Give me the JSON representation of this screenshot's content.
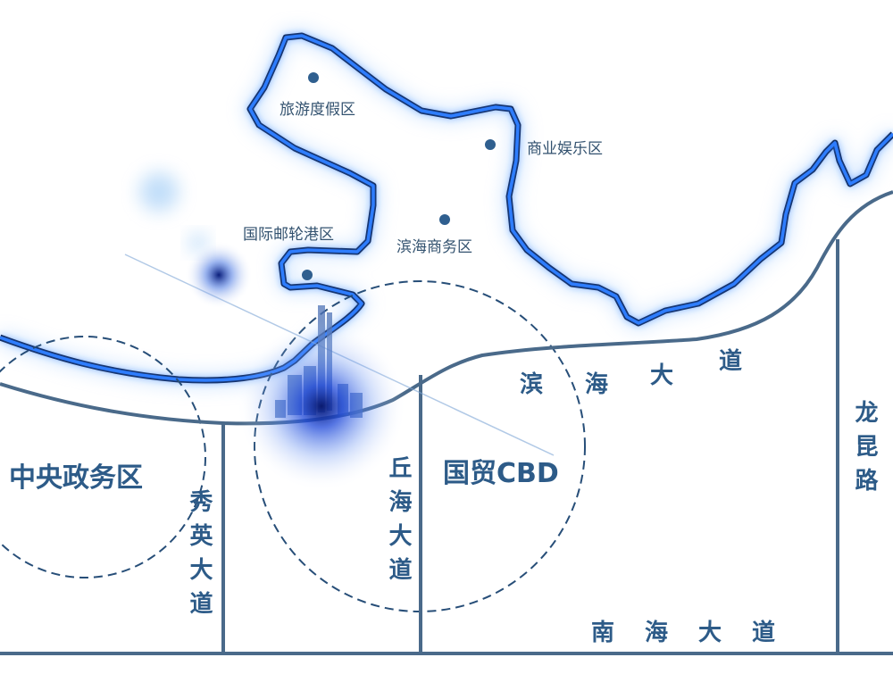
{
  "colors": {
    "road": "#4a6a8a",
    "label": "#2d5b88",
    "poi_dot": "#2f5f8f",
    "coast_glow": "#1e5fff",
    "circle": "#274e78"
  },
  "poi": {
    "tourism": "旅游度假区",
    "commerce": "商业娱乐区",
    "port": "国际邮轮港区",
    "business": "滨海商务区"
  },
  "districts": {
    "central_gov": "中央政务区",
    "cbd": "国贸CBD"
  },
  "roads": {
    "binhai": [
      "滨",
      "海",
      "大",
      "道"
    ],
    "nanhai": [
      "南",
      "海",
      "大",
      "道"
    ],
    "xiuying": "秀英大道",
    "qiuhai": "丘海大道",
    "longkun": "龙昆路"
  }
}
